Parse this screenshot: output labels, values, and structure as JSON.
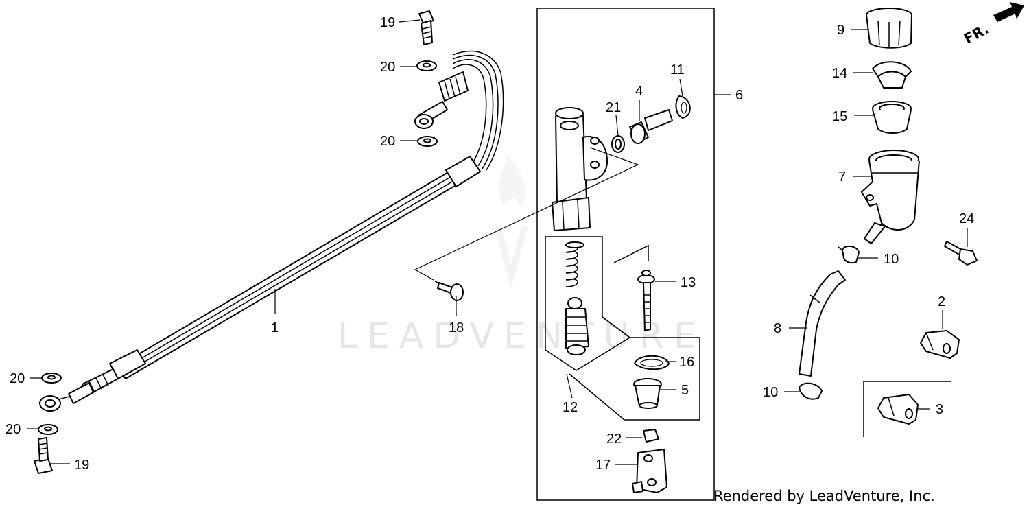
{
  "watermark": "LEADVENTURE",
  "credit": "Rendered by LeadVenture, Inc.",
  "direction_label": "FR.",
  "callouts": {
    "c1": "1",
    "c2": "2",
    "c3": "3",
    "c4": "4",
    "c5": "5",
    "c6": "6",
    "c7": "7",
    "c8": "8",
    "c9": "9",
    "c10a": "10",
    "c10b": "10",
    "c11": "11",
    "c12": "12",
    "c13": "13",
    "c14": "14",
    "c15": "15",
    "c16": "16",
    "c17": "17",
    "c18": "18",
    "c19a": "19",
    "c19b": "19",
    "c20a": "20",
    "c20b": "20",
    "c20c": "20",
    "c20d": "20",
    "c21": "21",
    "c22": "22",
    "c24": "24"
  }
}
